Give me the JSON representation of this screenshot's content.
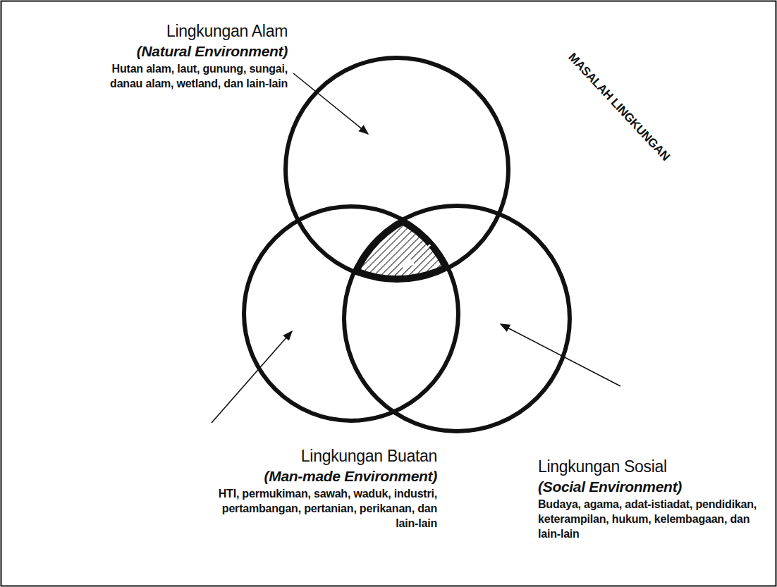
{
  "diagram": {
    "nodes": [
      {
        "text": [
          "Lingkungan Alam",
          "(Natural Environment)",
          "Hutan alam, laut, gunung, sungai, danau alam, wetland, dan lain-lain"
        ]
      },
      {
        "text": [
          "Lingkungan Buatan",
          "(Man-made Environment)",
          "HTI, permukiman, sawah, waduk, industri, pertambangan, pertanian, perikanan, dan lain-lain"
        ]
      },
      {
        "text": [
          "Lingkungan Sosial",
          "(Social Environment)",
          "Budaya, agama, adat-istiadat, pendidikan, keterampilan, hukum, kelembagaan, dan lain-lain"
        ]
      }
    ],
    "labels": [
      "MASALAH LINGKUNGAN"
    ]
  }
}
